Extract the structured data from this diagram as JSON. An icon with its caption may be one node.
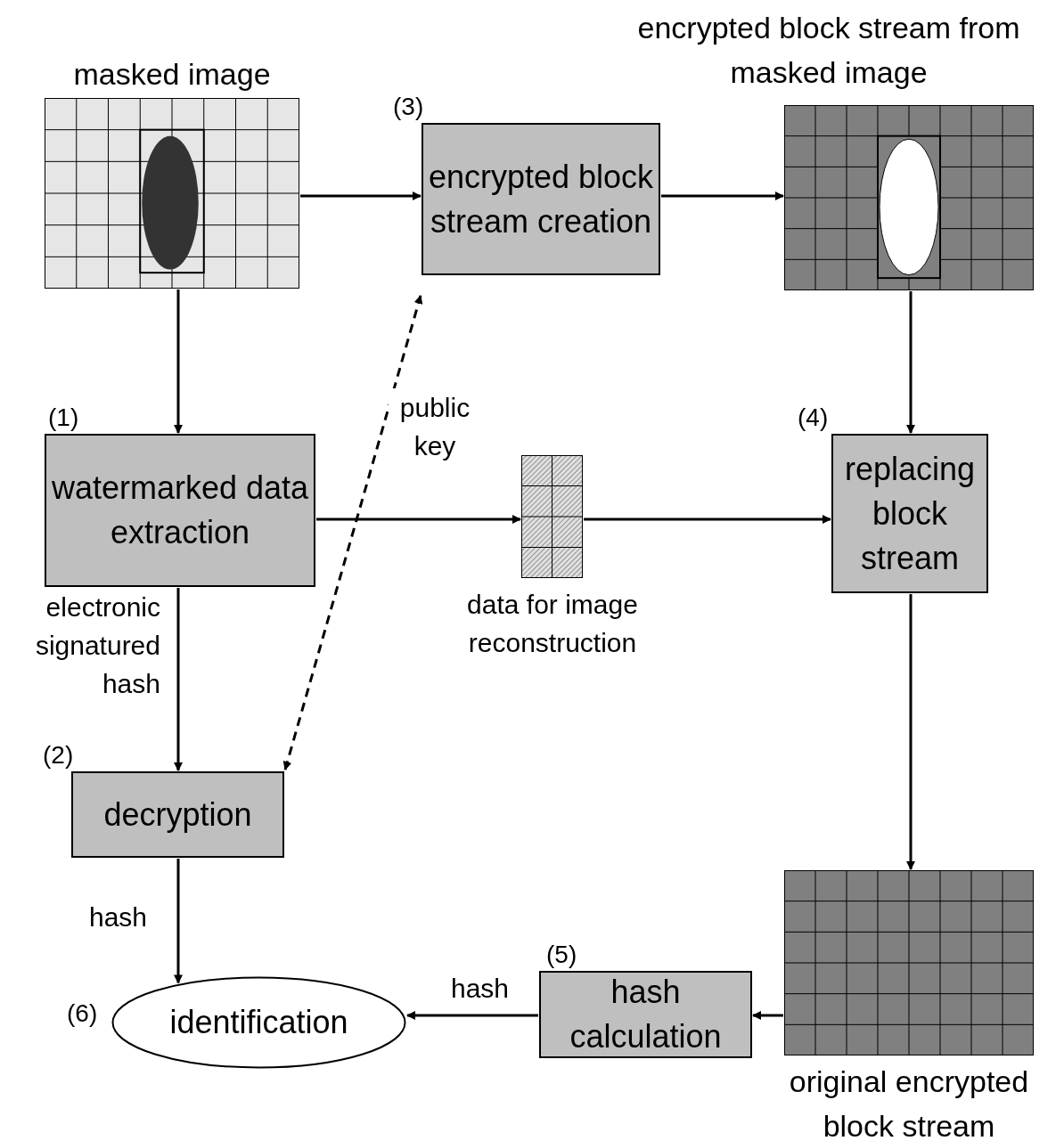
{
  "diagram": {
    "nodes": [
      {
        "text": [
          "masked image"
        ]
      },
      {
        "text": [
          "encrypted block stream creation"
        ],
        "beside": [
          "(3)"
        ]
      },
      {
        "text": [
          "encrypted block stream from masked image"
        ]
      },
      {
        "text": [
          "watermarked data extraction"
        ],
        "beside": [
          "(1)"
        ]
      },
      {
        "text": [
          "data for image reconstruction"
        ]
      },
      {
        "text": [
          "replacing block stream"
        ],
        "beside": [
          "(4)"
        ]
      },
      {
        "text": [
          "decryption"
        ],
        "beside": [
          "(2)"
        ]
      },
      {
        "text": [
          "original encrypted block stream"
        ]
      },
      {
        "text": [
          "hash calculation"
        ],
        "beside": [
          "(5)"
        ]
      },
      {
        "text": [
          "identification"
        ],
        "beside": [
          "(6)"
        ]
      }
    ],
    "edges": [
      {
        "from": 0,
        "to": 1,
        "arrow": "to"
      },
      {
        "from": 1,
        "to": 2,
        "arrow": "to"
      },
      {
        "from": 0,
        "to": 3,
        "arrow": "to"
      },
      {
        "from": 2,
        "to": 5,
        "arrow": "to"
      },
      {
        "from": 3,
        "to": 4,
        "arrow": "to"
      },
      {
        "from": 4,
        "to": 5,
        "arrow": "to"
      },
      {
        "from": 3,
        "to": 6,
        "arrow": "to",
        "label": "electronic signatured hash"
      },
      {
        "from": 5,
        "to": 7,
        "arrow": "to"
      },
      {
        "from": 7,
        "to": 8,
        "arrow": "to"
      },
      {
        "from": 8,
        "to": 9,
        "arrow": "to",
        "label": "hash"
      },
      {
        "from": 6,
        "to": 9,
        "arrow": "to",
        "label": "hash"
      },
      {
        "from": 6,
        "to": 1,
        "arrow": "both",
        "style": "dashed",
        "label": "public key"
      }
    ]
  }
}
